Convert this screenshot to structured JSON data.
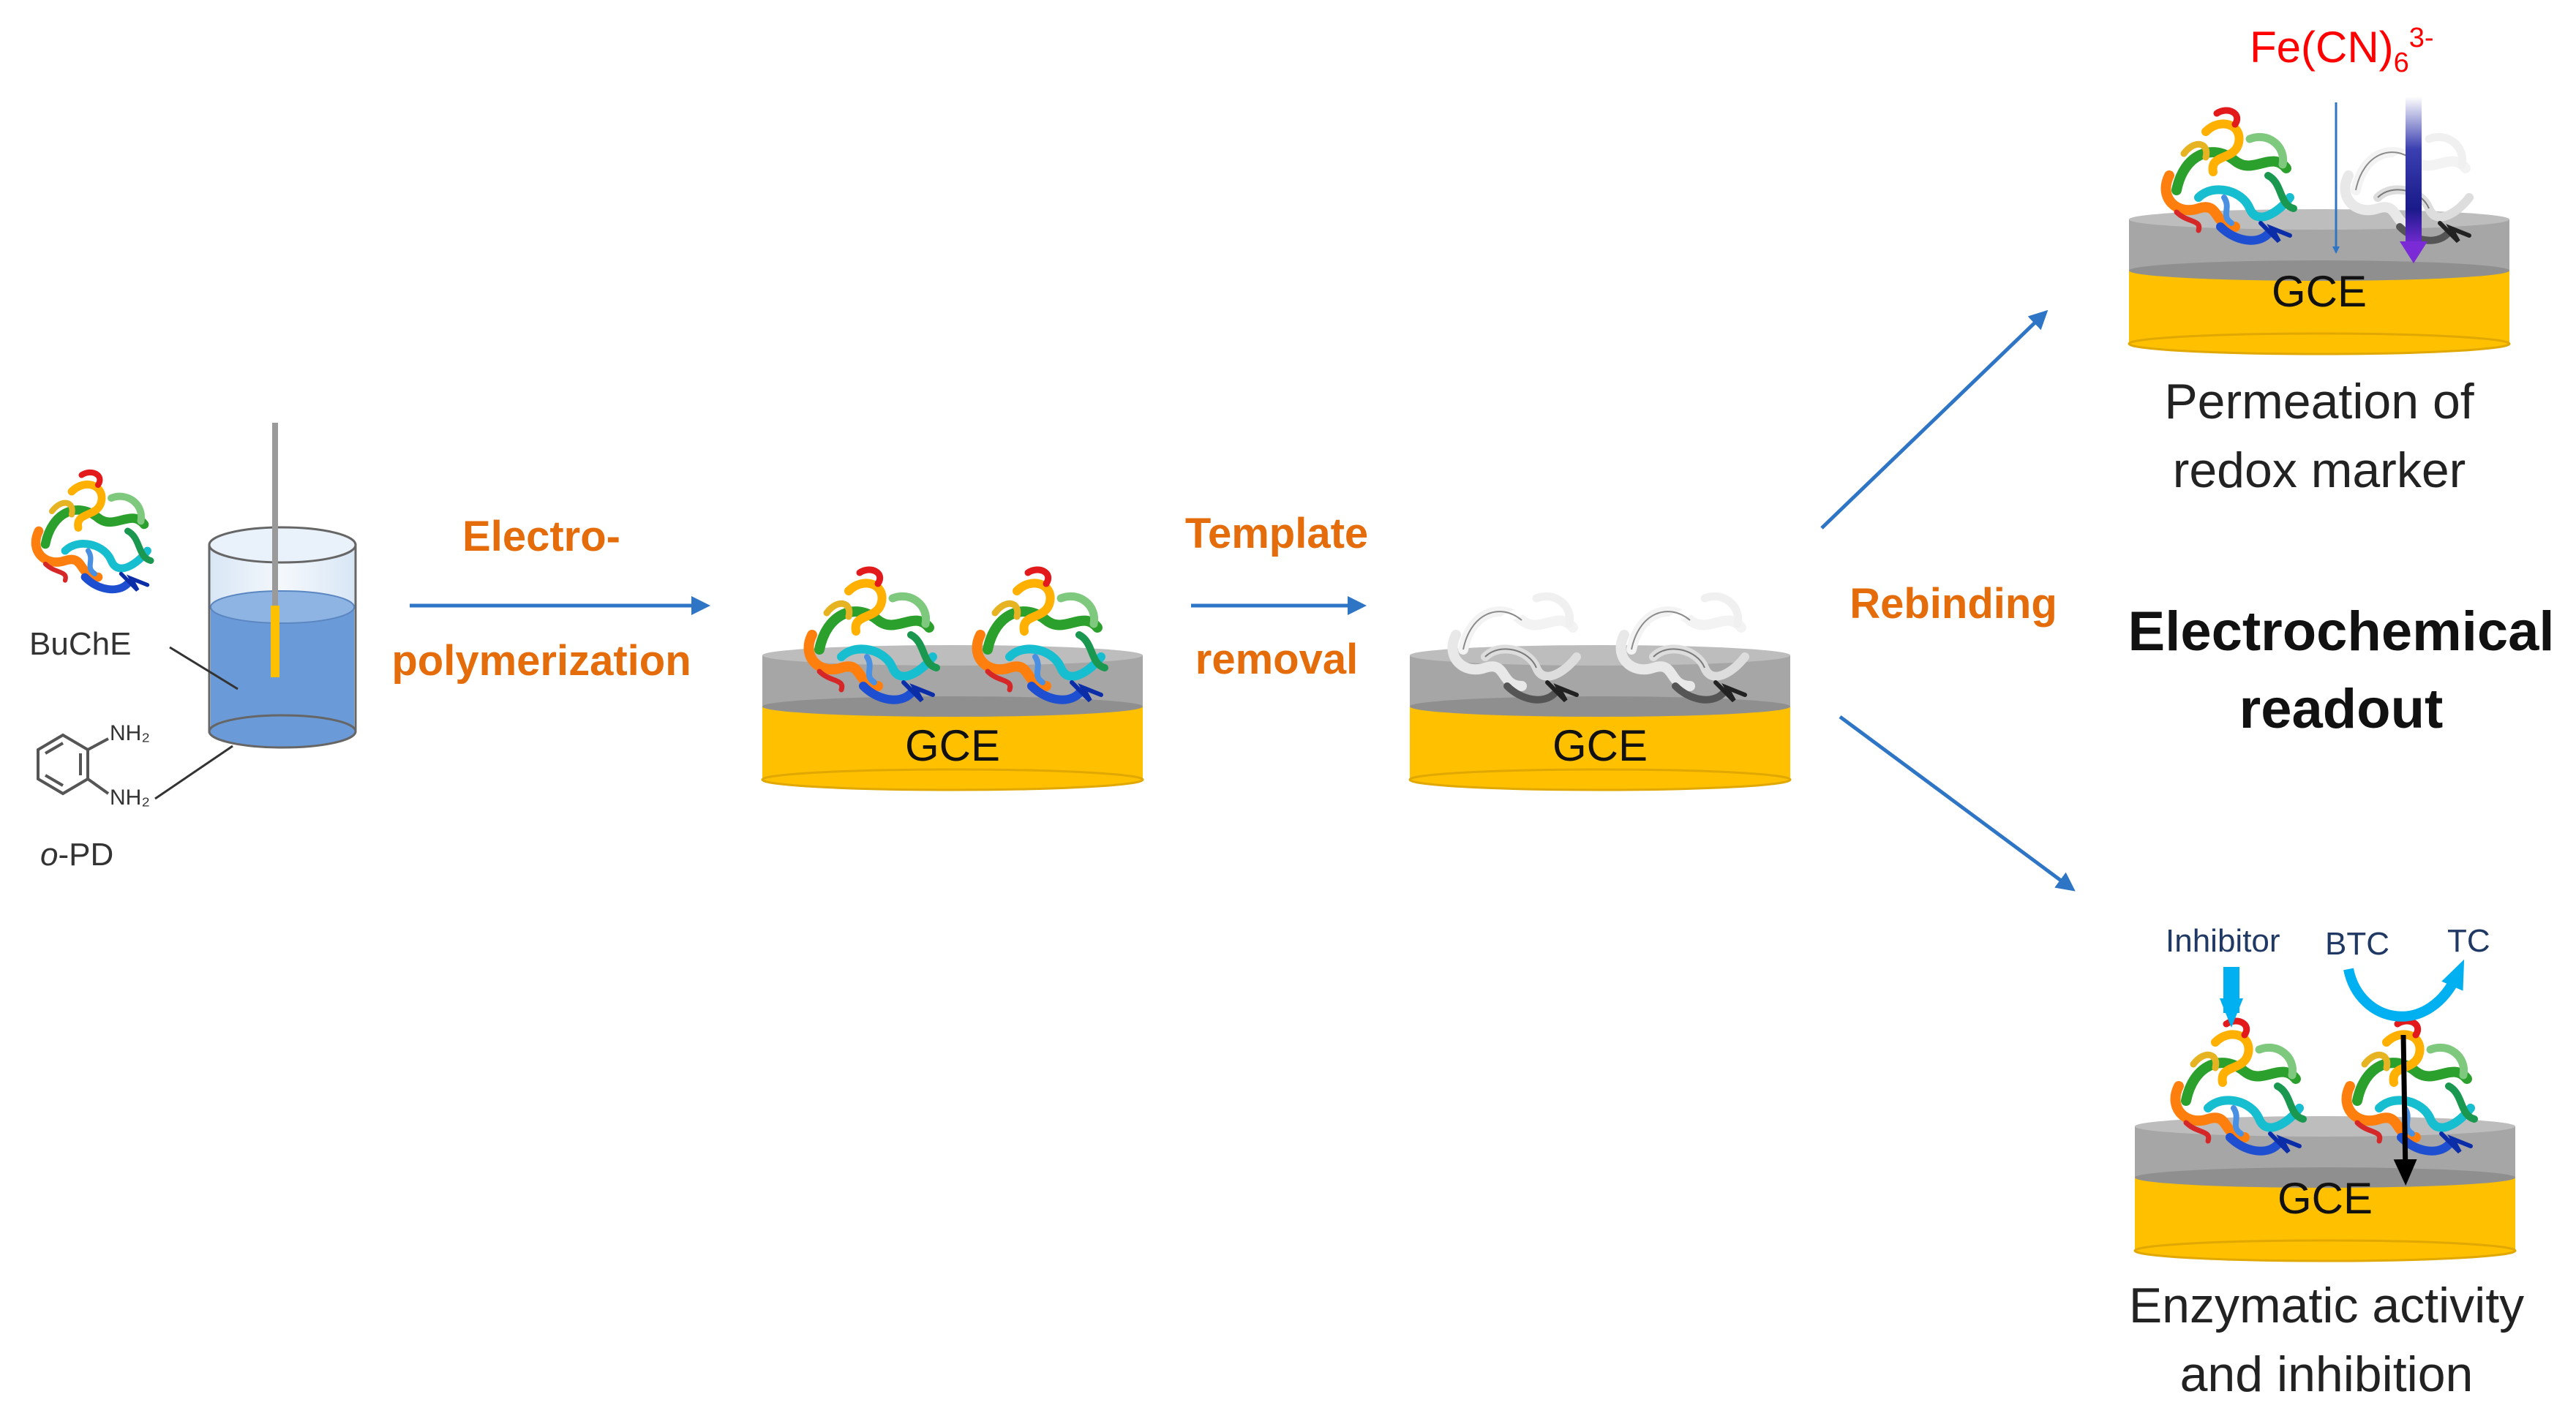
{
  "colors": {
    "step_text": "#E46C0A",
    "arrow": "#2E75C6",
    "electrode_body": "#FFC000",
    "polymer_layer": "#A6A6A6",
    "redox_marker": "#FF0000",
    "solution": "#6A9BD8",
    "curved_arrow": "#00B0F0"
  },
  "reagents": {
    "enzyme_label": "BuChE",
    "monomer_label_italic": "o",
    "monomer_label_rest": "-PD",
    "amine_top": "NH₂",
    "amine_bottom": "NH₂"
  },
  "steps": {
    "electropolymerization_line1": "Electro-",
    "electropolymerization_line2": "polymerization",
    "template_removal_line1": "Template",
    "template_removal_line2": "removal",
    "rebinding": "Rebinding"
  },
  "electrodes": {
    "label": "GCE"
  },
  "readout": {
    "heading_line1": "Electrochemical",
    "heading_line2": "readout",
    "redox_marker_base": "Fe(CN)",
    "redox_marker_sub": "6",
    "redox_marker_sup": "3-",
    "permeation_line1": "Permeation of",
    "permeation_line2": "redox marker",
    "inhibitor_label": "Inhibitor",
    "substrate_label": "BTC",
    "product_label": "TC",
    "enzymatic_line1": "Enzymatic activity",
    "enzymatic_line2": "and inhibition"
  },
  "icons": {
    "protein": "protein-ribbon-icon",
    "template_cavity": "protein-cavity-icon",
    "beaker": "electrochemical-cell-icon",
    "molecule": "benzene-diamine-structure-icon"
  }
}
